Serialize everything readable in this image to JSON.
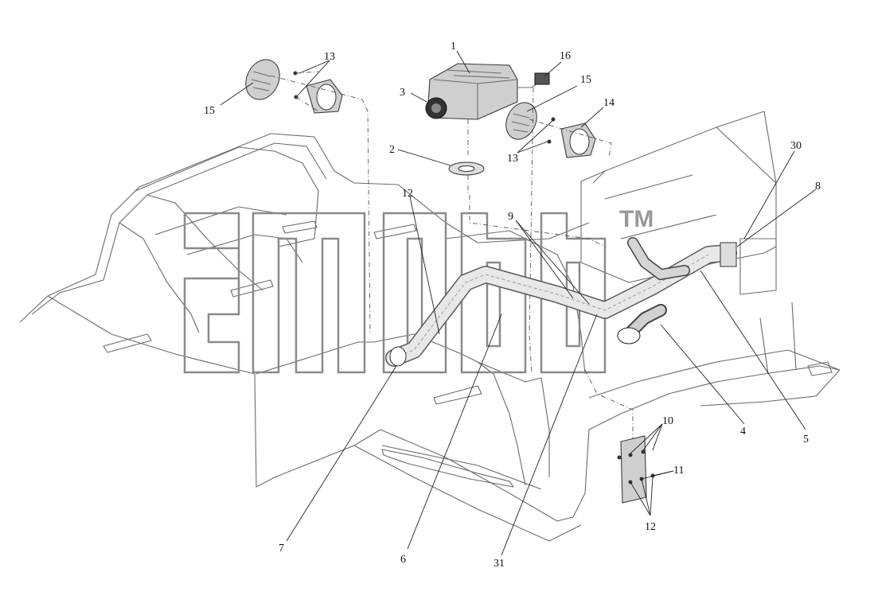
{
  "diagram": {
    "callouts": [
      {
        "id": "c1",
        "text": "1"
      },
      {
        "id": "c16",
        "text": "16"
      },
      {
        "id": "c15a",
        "text": "15"
      },
      {
        "id": "c3",
        "text": "3"
      },
      {
        "id": "c14",
        "text": "14"
      },
      {
        "id": "c13a",
        "text": "13"
      },
      {
        "id": "c15b",
        "text": "15"
      },
      {
        "id": "c2",
        "text": "2"
      },
      {
        "id": "c13b",
        "text": "13"
      },
      {
        "id": "c30",
        "text": "30"
      },
      {
        "id": "c8",
        "text": "8"
      },
      {
        "id": "c12a",
        "text": "12"
      },
      {
        "id": "c9",
        "text": "9"
      },
      {
        "id": "c4",
        "text": "4"
      },
      {
        "id": "c5",
        "text": "5"
      },
      {
        "id": "c10",
        "text": "10"
      },
      {
        "id": "c11",
        "text": "11"
      },
      {
        "id": "c12b",
        "text": "12"
      },
      {
        "id": "c7",
        "text": "7"
      },
      {
        "id": "c6",
        "text": "6"
      },
      {
        "id": "c31",
        "text": "31"
      }
    ],
    "watermark": "TM"
  }
}
